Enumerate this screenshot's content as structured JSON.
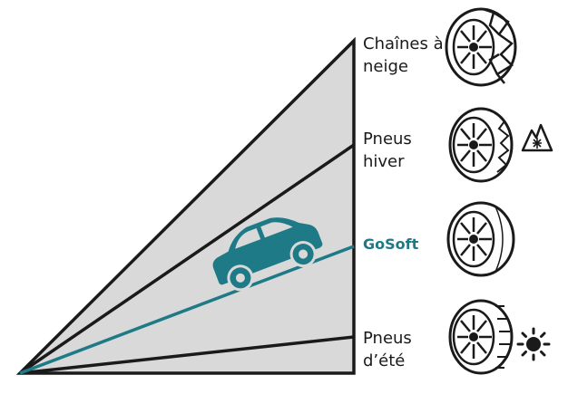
{
  "colors": {
    "background": "#ffffff",
    "wedge_fill": "#d9d9d9",
    "line": "#1a1a1a",
    "accent": "#1e7a86",
    "tire": "#ffffff",
    "tire_outline": "#1a1a1a"
  },
  "levels": [
    {
      "id": "chains",
      "label_line1": "Chaînes à",
      "label_line2": "neige",
      "style": "normal",
      "icon": "snow-chain-tire-icon",
      "badge": ""
    },
    {
      "id": "winter",
      "label_line1": "Pneus",
      "label_line2": "hiver",
      "style": "normal",
      "icon": "winter-tire-icon",
      "badge": "mountain-snowflake-icon"
    },
    {
      "id": "gosoft",
      "label_line1": "GoSoft",
      "label_line2": "",
      "style": "accent",
      "icon": "gosoft-tire-cover-icon",
      "badge": ""
    },
    {
      "id": "summer",
      "label_line1": "Pneus",
      "label_line2": "d’été",
      "style": "normal",
      "icon": "summer-tire-icon",
      "badge": "sun-icon"
    }
  ],
  "car_icon": "car-icon"
}
